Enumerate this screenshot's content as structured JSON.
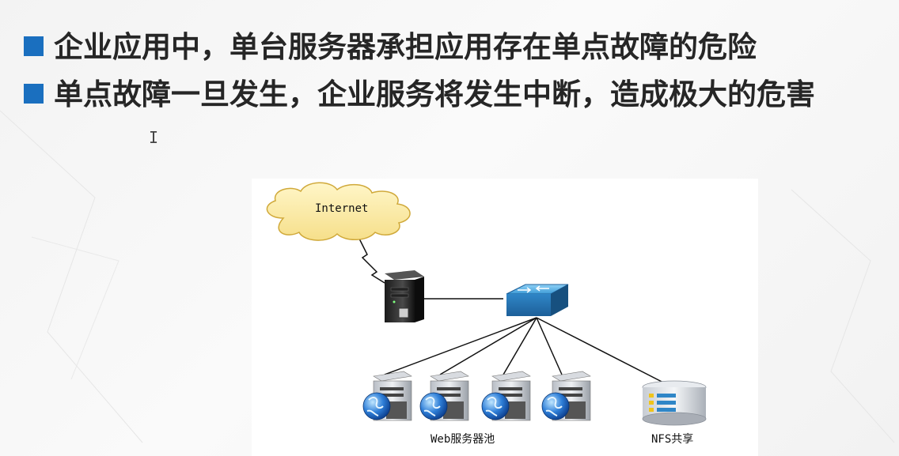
{
  "bullets": [
    {
      "text": "企业应用中，单台服务器承担应用存在单点故障的危险"
    },
    {
      "text": "单点故障一旦发生，企业服务将发生中断，造成极大的危害"
    }
  ],
  "cursor_glyph": "I",
  "diagram": {
    "internet_label": "Internet",
    "web_pool_label": "Web服务器池",
    "nfs_label": "NFS共享"
  }
}
